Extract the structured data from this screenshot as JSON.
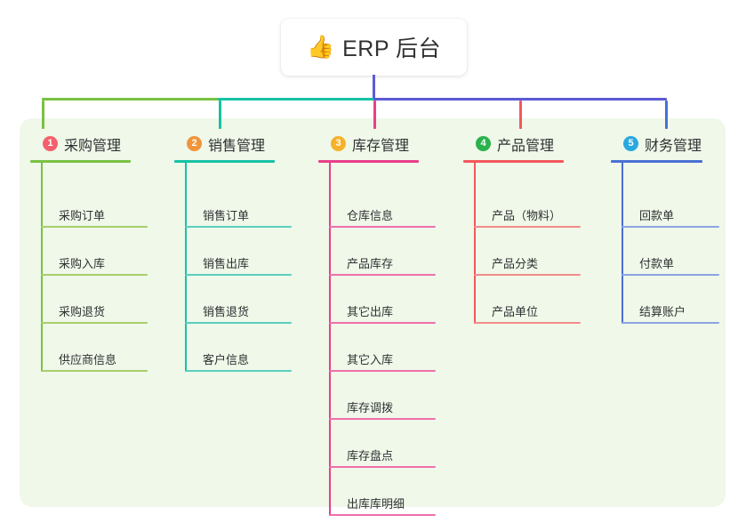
{
  "root": {
    "icon": "thumbs-up-icon",
    "icon_glyph": "👍",
    "title": "ERP 后台"
  },
  "panel": {
    "background_color": "#eff8e9"
  },
  "connector": {
    "trunk_color": "#5b5bd6",
    "segments": [
      {
        "color": "#7ac143"
      },
      {
        "color": "#1abc9c"
      },
      {
        "color": "#5b5bd6"
      }
    ]
  },
  "columns": [
    {
      "number": "1",
      "title": "采购管理",
      "badge_color": "#f4606c",
      "line_color": "#7ac143",
      "leaf_line_color": "#a5d06a",
      "stub_color": "#7ac143",
      "items": [
        "采购订单",
        "采购入库",
        "采购退货",
        "供应商信息"
      ]
    },
    {
      "number": "2",
      "title": "销售管理",
      "badge_color": "#f0953a",
      "line_color": "#16c2a3",
      "leaf_line_color": "#5ccfbd",
      "stub_color": "#16c2a3",
      "items": [
        "销售订单",
        "销售出库",
        "销售退货",
        "客户信息"
      ]
    },
    {
      "number": "3",
      "title": "库存管理",
      "badge_color": "#f5b22a",
      "line_color": "#ea3f8b",
      "leaf_line_color": "#f06fae",
      "stub_color": "#ea3f8b",
      "items": [
        "仓库信息",
        "产品库存",
        "其它出库",
        "其它入库",
        "库存调拨",
        "库存盘点",
        "出库库明细"
      ]
    },
    {
      "number": "4",
      "title": "产品管理",
      "badge_color": "#2bb24c",
      "line_color": "#f4575c",
      "leaf_line_color": "#f48b8b",
      "stub_color": "#f4575c",
      "items": [
        "产品（物料）",
        "产品分类",
        "产品单位"
      ]
    },
    {
      "number": "5",
      "title": "财务管理",
      "badge_color": "#29a8e0",
      "line_color": "#4a6fd4",
      "leaf_line_color": "#8ba4e0",
      "stub_color": "#4a6fd4",
      "items": [
        "回款单",
        "付款单",
        "结算账户"
      ]
    }
  ]
}
